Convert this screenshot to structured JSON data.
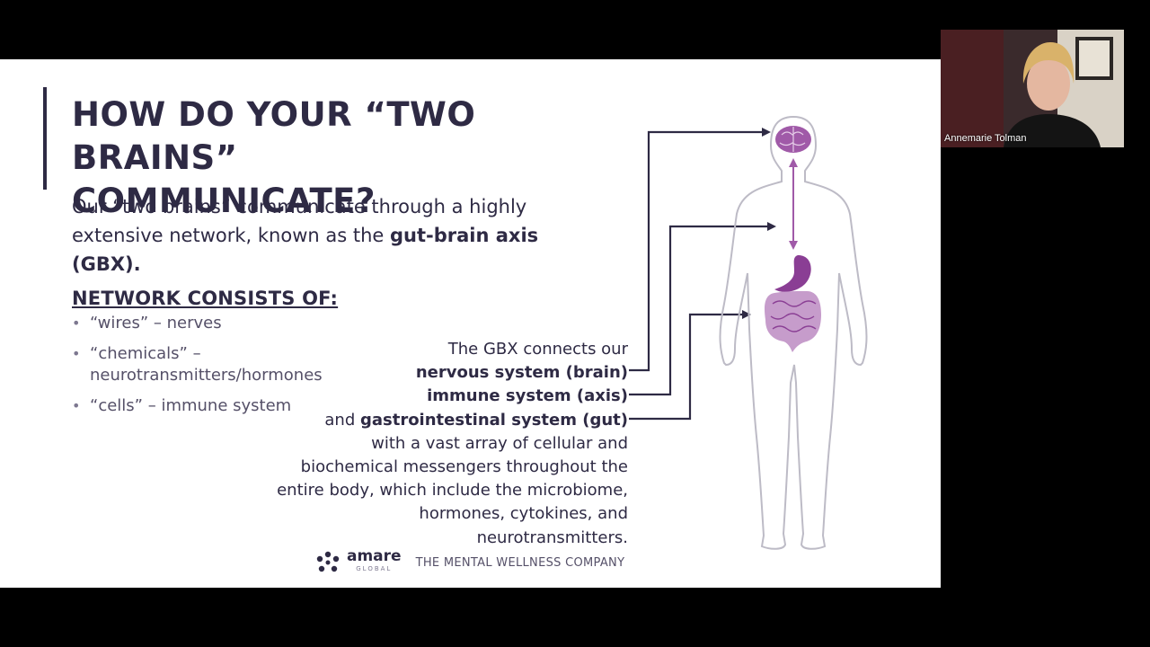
{
  "slide": {
    "title_line1": "HOW DO YOUR “TWO BRAINS”",
    "title_line2": "COMMUNICATE?",
    "intro_pre": "Our “two brains” communicate through a highly extensive network, known as the ",
    "intro_bold": "gut-brain axis (GBX).",
    "network_heading": "NETWORK CONSISTS OF:",
    "network_items": [
      "“wires” – nerves",
      "“chemicals” – neurotransmitters/hormones",
      "“cells” – immune system"
    ],
    "gbx": {
      "line1": "The GBX connects our",
      "line2": "nervous system (brain)",
      "line3": "immune system (axis)",
      "line4_prefix": "and ",
      "line4_bold": "gastrointestinal system (gut)",
      "line5": "with a vast array of cellular and",
      "line6": "biochemical messengers throughout the",
      "line7": "entire body, which include the microbiome,",
      "line8": "hormones, cytokines, and",
      "line9": "neurotransmitters."
    },
    "footer": {
      "logo_name": "amare",
      "logo_sub": "GLOBAL",
      "tagline": "THE MENTAL WELLNESS COMPANY"
    }
  },
  "webcam": {
    "speaker_name": "Annemarie Tolman"
  },
  "colors": {
    "background": "#000000",
    "slide_bg": "#ffffff",
    "title": "#2e2a44",
    "accent": "#a05aa8"
  }
}
